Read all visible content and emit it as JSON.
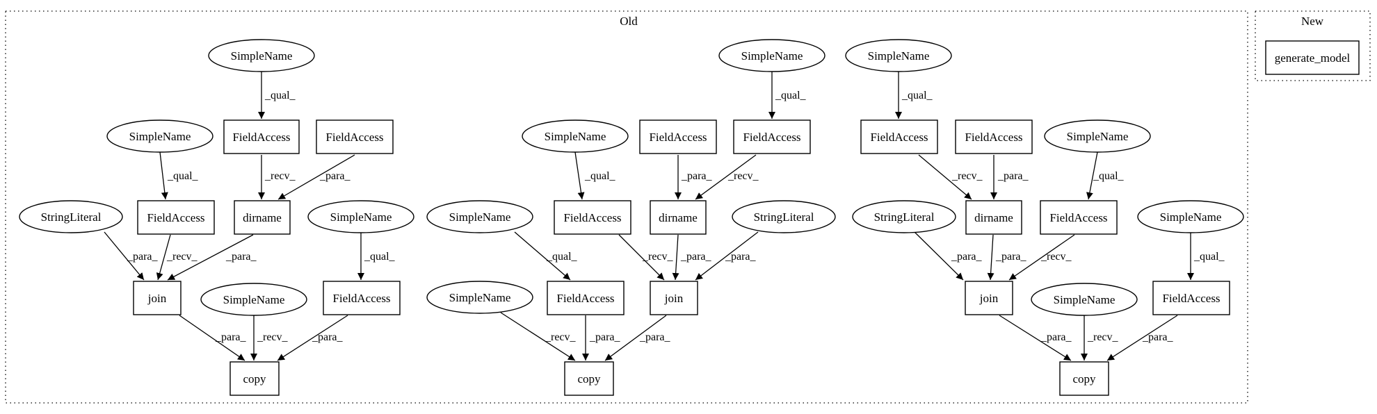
{
  "clusters": {
    "old": {
      "label": "Old"
    },
    "new": {
      "label": "New"
    }
  },
  "nodes": {
    "a_sn1": "SimpleName",
    "a_sn2": "SimpleName",
    "a_sn3": "SimpleName",
    "a_sn4": "SimpleName",
    "a_fa1": "FieldAccess",
    "a_fa2": "FieldAccess",
    "a_fa3": "FieldAccess",
    "a_fa4": "FieldAccess",
    "a_str": "StringLiteral",
    "a_dirname": "dirname",
    "a_join": "join",
    "a_copy": "copy",
    "b_sn1": "SimpleName",
    "b_sn2": "SimpleName",
    "b_sn3": "SimpleName",
    "b_sn4": "SimpleName",
    "b_fa1": "FieldAccess",
    "b_fa2": "FieldAccess",
    "b_fa3": "FieldAccess",
    "b_fa4": "FieldAccess",
    "b_str": "StringLiteral",
    "b_dirname": "dirname",
    "b_join": "join",
    "b_copy": "copy",
    "c_sn1": "SimpleName",
    "c_sn2": "SimpleName",
    "c_sn3": "SimpleName",
    "c_sn4": "SimpleName",
    "c_fa1": "FieldAccess",
    "c_fa2": "FieldAccess",
    "c_fa3": "FieldAccess",
    "c_fa4": "FieldAccess",
    "c_str": "StringLiteral",
    "c_dirname": "dirname",
    "c_join": "join",
    "c_copy": "copy",
    "n_gen": "generate_model"
  },
  "edges": {
    "a1": "_qual_",
    "a2": "_qual_",
    "a3": "_qual_",
    "a4": "_recv_",
    "a5": "_para_",
    "a6": "_para_",
    "a7": "_recv_",
    "a8": "_para_",
    "a9": "_para_",
    "a10": "_recv_",
    "a11": "_para_",
    "b1": "_qual_",
    "b2": "_qual_",
    "b3": "_qual_",
    "b4": "_para_",
    "b5": "_recv_",
    "b6": "_recv_",
    "b7": "_para_",
    "b8": "_para_",
    "b9": "_recv_",
    "b10": "_para_",
    "b11": "_para_",
    "c1": "_qual_",
    "c2": "_qual_",
    "c3": "_qual_",
    "c4": "_recv_",
    "c5": "_para_",
    "c6": "_para_",
    "c7": "_para_",
    "c8": "_recv_",
    "c9": "_para_",
    "c10": "_recv_",
    "c11": "_para_"
  }
}
